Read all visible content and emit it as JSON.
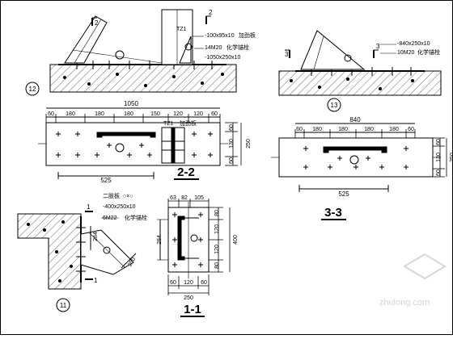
{
  "views": {
    "v12": {
      "marker": "12",
      "cut_mark": "2",
      "tz_label": "TZ1",
      "plate_label": "-100x95x10",
      "plate_note": "加劲板",
      "bolt_label": "14M20",
      "bolt_note": "化学锚栓",
      "base_label": "-1050x250x10"
    },
    "v13": {
      "marker": "13",
      "cut_mark": "3",
      "plate_label": "-840x250x10",
      "bolt_label": "10M20",
      "bolt_note": "化学锚栓"
    },
    "s22": {
      "title": "2-2",
      "overall": "1050",
      "dims": [
        "60",
        "180",
        "180",
        "180",
        "150",
        "120",
        "120",
        "60"
      ],
      "tz_label": "TZ1",
      "tz_note": "加劲板",
      "right_dims": [
        "60",
        "130",
        "60"
      ],
      "right_total": "250",
      "bottom": "525"
    },
    "s33": {
      "title": "3-3",
      "overall": "840",
      "dims": [
        "60",
        "180",
        "180",
        "180",
        "180",
        "60"
      ],
      "right_dims": [
        "60",
        "130",
        "60"
      ],
      "right_total": "250",
      "bottom": "525"
    },
    "v11": {
      "marker": "11",
      "cut_mark": "1",
      "weld_label": "二肢板",
      "weld_symbol": "○×○",
      "plate_label": "-400x250x10",
      "bolt_label": "6M22",
      "bolt_note": "化学锚栓",
      "dim_284": "284",
      "dim_250": "250"
    },
    "s11": {
      "title": "1-1",
      "top_dims": [
        "63",
        "82",
        "105"
      ],
      "right_dims": [
        "80",
        "120",
        "120",
        "80"
      ],
      "right_total": "400",
      "left_dim": "284",
      "bottom_dims": [
        "60",
        "120",
        "60"
      ],
      "bottom_total": "250"
    }
  },
  "watermark": "zhulong.com"
}
